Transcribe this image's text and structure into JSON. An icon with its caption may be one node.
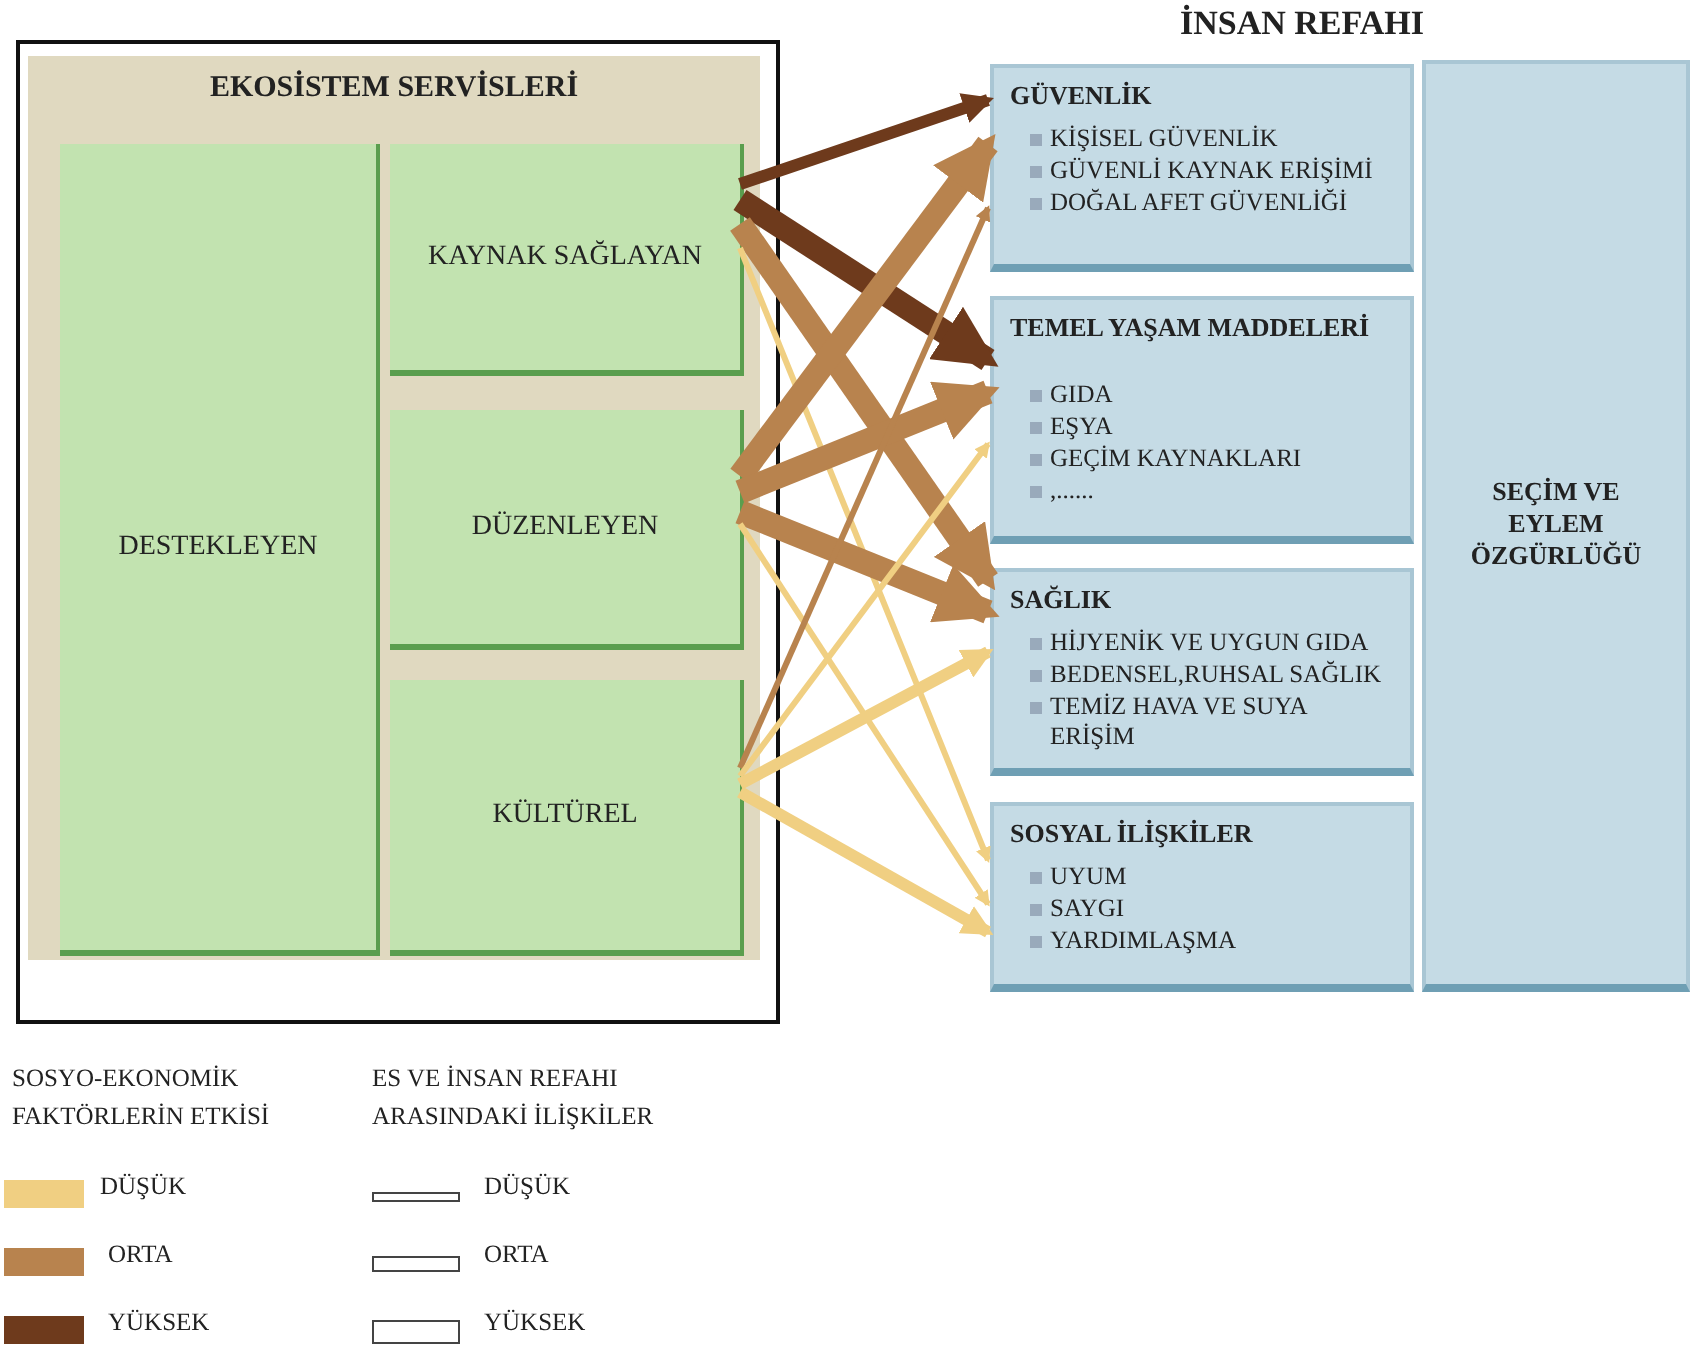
{
  "diagram": {
    "title": "İNSAN REFAHI",
    "nodes": [
      {
        "text": [
          "EKOSİSTEM SERVİSLERİ"
        ]
      },
      {
        "text": [
          "DESTEKLEYEN"
        ],
        "in": 0
      },
      {
        "text": [
          "KAYNAK SAĞLAYAN"
        ],
        "in": 0
      },
      {
        "text": [
          "DÜZENLEYEN"
        ],
        "in": 0
      },
      {
        "text": [
          "KÜLTÜREL"
        ],
        "in": 0
      },
      {
        "text": [
          "GÜVENLİK",
          "KİŞİSEL GÜVENLİK",
          "GÜVENLİ KAYNAK ERİŞİMİ",
          "DOĞAL AFET GÜVENLİĞİ"
        ]
      },
      {
        "text": [
          "TEMEL YAŞAM MADDELERİ",
          "GIDA",
          "EŞYA",
          "GEÇİM KAYNAKLARI",
          ",......"
        ]
      },
      {
        "text": [
          "SAĞLIK",
          "HİJYENİK VE UYGUN GIDA",
          "BEDENSEL,RUHSAL SAĞLIK",
          "TEMİZ HAVA VE SUYA ERİŞİM"
        ]
      },
      {
        "text": [
          "SOSYAL İLİŞKİLER",
          "UYUM",
          "SAYGI",
          "YARDIMLAŞMA"
        ]
      },
      {
        "text": [
          "SEÇİM VE EYLEM ÖZGÜRLÜĞÜ"
        ]
      }
    ],
    "edges": [
      {
        "from": 2,
        "to": 5,
        "arrow": "to",
        "color": "#6e3a1c"
      },
      {
        "from": 2,
        "to": 6,
        "arrow": "to",
        "style": "thick",
        "color": "#6e3a1c"
      },
      {
        "from": 2,
        "to": 7,
        "arrow": "to",
        "style": "thick",
        "color": "#b8834e"
      },
      {
        "from": 2,
        "to": 8,
        "arrow": "to",
        "color": "#f0cf82"
      },
      {
        "from": 3,
        "to": 5,
        "arrow": "to",
        "style": "thick",
        "color": "#b8834e"
      },
      {
        "from": 3,
        "to": 6,
        "arrow": "to",
        "style": "thick",
        "color": "#b8834e"
      },
      {
        "from": 3,
        "to": 7,
        "arrow": "to",
        "style": "thick",
        "color": "#b8834e"
      },
      {
        "from": 3,
        "to": 8,
        "arrow": "to",
        "color": "#f0cf82"
      },
      {
        "from": 4,
        "to": 5,
        "arrow": "to",
        "color": "#b8834e"
      },
      {
        "from": 4,
        "to": 6,
        "arrow": "to",
        "color": "#f0cf82"
      },
      {
        "from": 4,
        "to": 7,
        "arrow": "to",
        "color": "#f0cf82"
      },
      {
        "from": 4,
        "to": 8,
        "arrow": "to",
        "color": "#f0cf82"
      }
    ],
    "labels": [
      "SOSYO-EKONOMİK FAKTÖRLERİN ETKİSİ",
      "ES VE İNSAN REFAHI ARASINDAKİ İLİŞKİLER"
    ],
    "legend": [
      {
        "text": "DÜŞÜK",
        "color": "#f0cf82"
      },
      {
        "text": "ORTA",
        "color": "#b8834e"
      },
      {
        "text": "YÜKSEK",
        "color": "#6e3a1c"
      },
      {
        "text": "DÜŞÜK"
      },
      {
        "text": "ORTA"
      },
      {
        "text": "YÜKSEK"
      }
    ]
  }
}
